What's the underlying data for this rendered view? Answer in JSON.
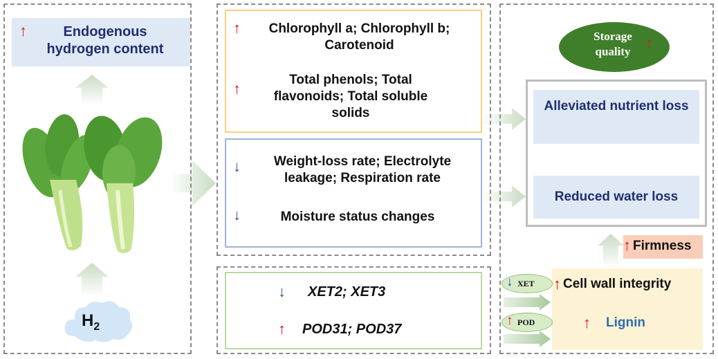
{
  "left": {
    "endogenous_label": "Endogenous hydrogen content",
    "h2_label": "H",
    "h2_sub": "2"
  },
  "middle": {
    "pigments": "Chlorophyll a; Chlorophyll b; Carotenoid",
    "phenols": "Total phenols; Total flavonoids; Total soluble solids",
    "weightloss": "Weight-loss rate; Electrolyte leakage; Respiration rate",
    "moisture": "Moisture status changes",
    "xet_genes": "XET2; XET3",
    "pod_genes": "POD31; POD37"
  },
  "right": {
    "storage_quality": "Storage quality",
    "nutrient": "Alleviated nutrient loss",
    "water": "Reduced water loss",
    "firmness": "Firmness",
    "cell_wall": "Cell wall integrity",
    "lignin": "Lignin",
    "xet_tag": "XET",
    "pod_tag": "POD"
  },
  "colors": {
    "up_arrow": "#e0151b",
    "down_arrow": "#2f4f9a",
    "yellow_border": "#f2d27a",
    "blue_border": "#9fb3d6",
    "green_border": "#b9d9a3",
    "oval_fill": "#3f7f2b",
    "pale_yellow": "#fdf3d4",
    "firmness_fill": "#f9cdb8"
  }
}
